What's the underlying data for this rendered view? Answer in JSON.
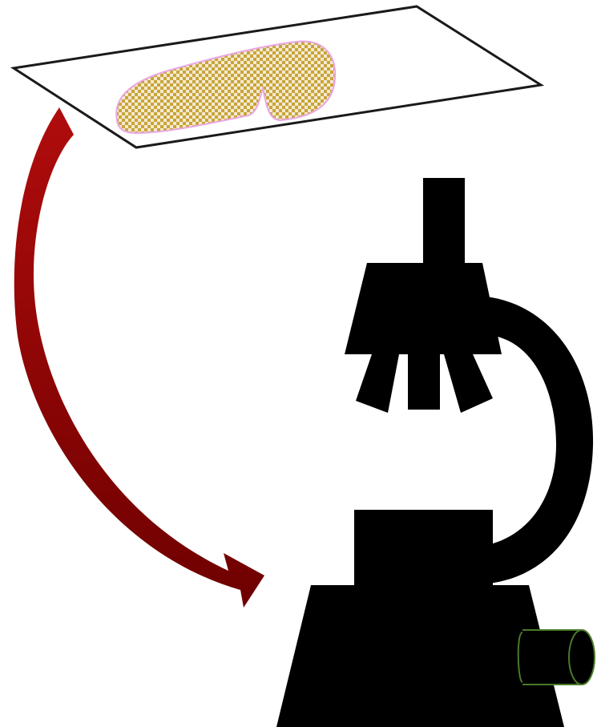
{
  "figure": {
    "kind": "illustration",
    "components": [
      {
        "id": "glass-slide",
        "description_icon": "microscope-slide"
      },
      {
        "id": "tissue-sample",
        "description_icon": "tissue-section"
      },
      {
        "id": "transfer-arrow",
        "description_icon": "curved-arrow"
      },
      {
        "id": "microscope",
        "description_icon": "microscope-silhouette"
      }
    ]
  },
  "colors": {
    "background": "#ffffff",
    "slide_stroke": "#1a1a1a",
    "tissue_fill": "#c9a43a",
    "tissue_checker": "#f4ead0",
    "tissue_outline": "#e9a6e6",
    "arrow_dark": "#6e0000",
    "arrow_light": "#b00c0c",
    "microscope": "#000000",
    "focus_knob_fill": "#000000",
    "focus_knob_stroke": "#4a7a2a"
  }
}
